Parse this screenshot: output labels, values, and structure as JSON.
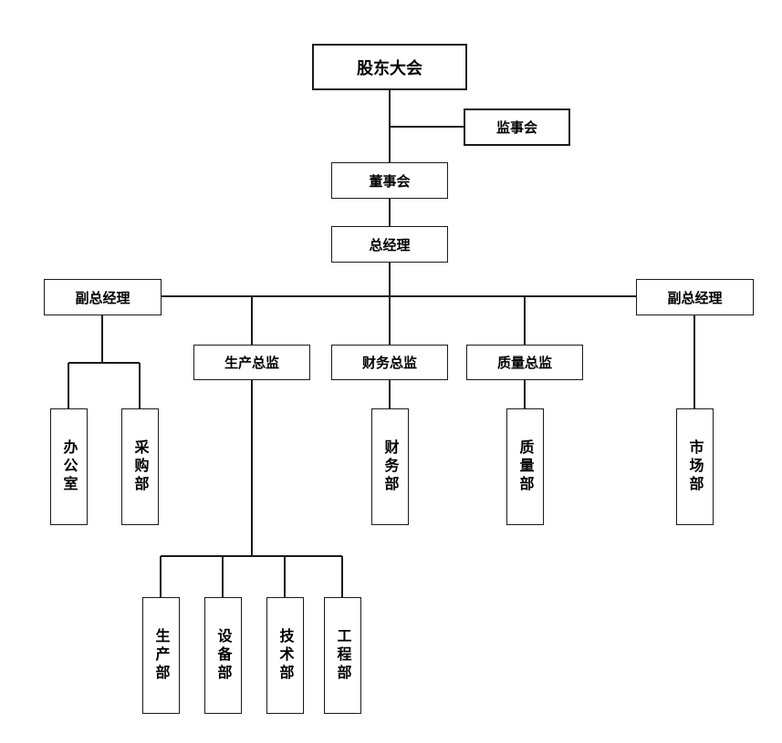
{
  "colors": {
    "line": "#1a1a1a",
    "box_border": "#1a1a1a",
    "background": "#ffffff",
    "text": "#000000"
  },
  "org": {
    "shareholders": "股东大会",
    "supervisory_board": "监事会",
    "board": "董事会",
    "general_manager": "总经理",
    "deputy_gm_left": "副总经理",
    "deputy_gm_right": "副总经理",
    "production_director": "生产总监",
    "finance_director": "财务总监",
    "quality_director": "质量总监",
    "office": "办公室",
    "purchasing": "采购部",
    "finance_dept": "财务部",
    "quality_dept": "质量部",
    "marketing": "市场部",
    "production_dept": "生产部",
    "equipment_dept": "设备部",
    "tech_dept": "技术部",
    "engineering_dept": "工程部"
  }
}
